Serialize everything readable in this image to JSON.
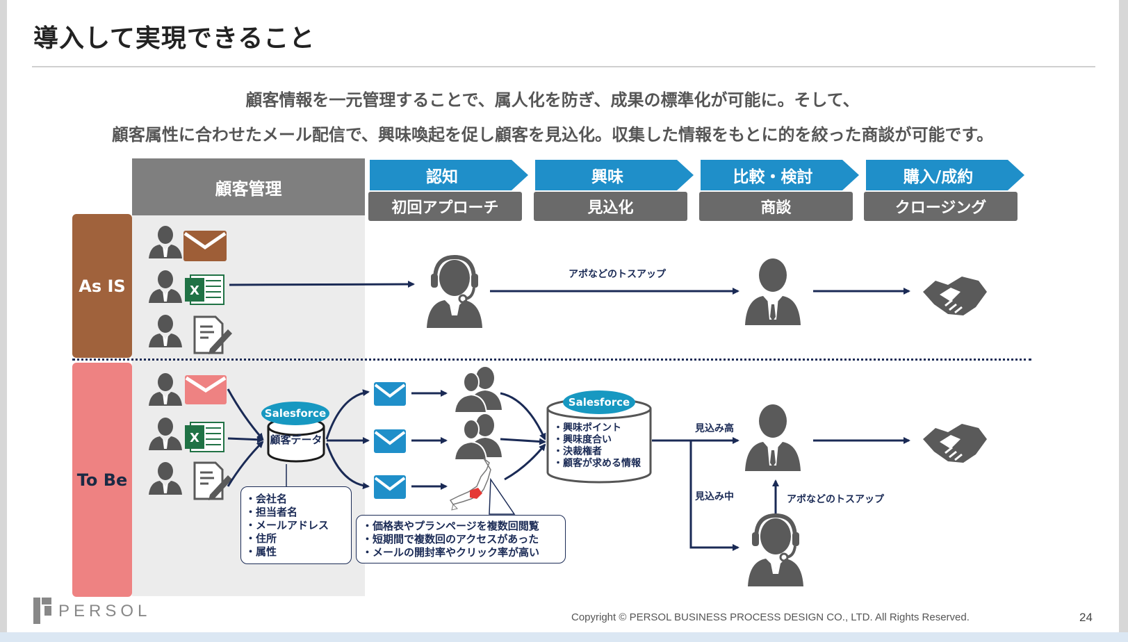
{
  "title": "導入して実現できること",
  "subtitle_line1": "顧客情報を一元管理することで、属人化を防ぎ、成果の標準化が可能に。そして、",
  "subtitle_line2": "顧客属性に合わせたメール配信で、興味喚起を促し顧客を見込化。収集した情報をもとに的を絞った商談が可能です。",
  "customer_mgmt_header": "顧客管理",
  "stages": [
    {
      "label": "認知",
      "sub": "初回アプローチ"
    },
    {
      "label": "興味",
      "sub": "見込化"
    },
    {
      "label": "比較・検討",
      "sub": "商談"
    },
    {
      "label": "購入/成約",
      "sub": "クロージング"
    }
  ],
  "rows": {
    "as_is": "As IS",
    "to_be": "To Be"
  },
  "as_is_flow_label": "アポなどのトスアップ",
  "salesforce_label": "Salesforce",
  "customer_data_label": "顧客データ",
  "customer_data_fields": [
    "会社名",
    "担当者名",
    "メールアドレス",
    "住所",
    "属性"
  ],
  "behavior_signals": [
    "価格表やプランページを複数回閲覧",
    "短期間で複数回のアクセスがあった",
    "メールの開封率やクリック率が高い"
  ],
  "salesforce_db2_items": [
    "興味ポイント",
    "興味度合い",
    "決裁権者",
    "顧客が求める情報"
  ],
  "prospect_high": "見込み高",
  "prospect_mid": "見込み中",
  "to_be_tossup_label": "アポなどのトスアップ",
  "icons": [
    "person-icon",
    "mail-icon",
    "excel-icon",
    "document-pen-icon",
    "headset-operator-icon",
    "businessman-icon",
    "handshake-icon",
    "group-icon",
    "japan-map-icon",
    "database-icon"
  ],
  "colors": {
    "stage_blue": "#1f8fc9",
    "sub_gray": "#6a6a6a",
    "as_is": "#a0623c",
    "to_be": "#ee8282",
    "navy": "#1a2a55",
    "salesforce": "#1798c1"
  },
  "logo": "PERSOL",
  "copyright": "Copyright © PERSOL BUSINESS PROCESS DESIGN CO., LTD. All  Rights Reserved.",
  "page_number": "24"
}
